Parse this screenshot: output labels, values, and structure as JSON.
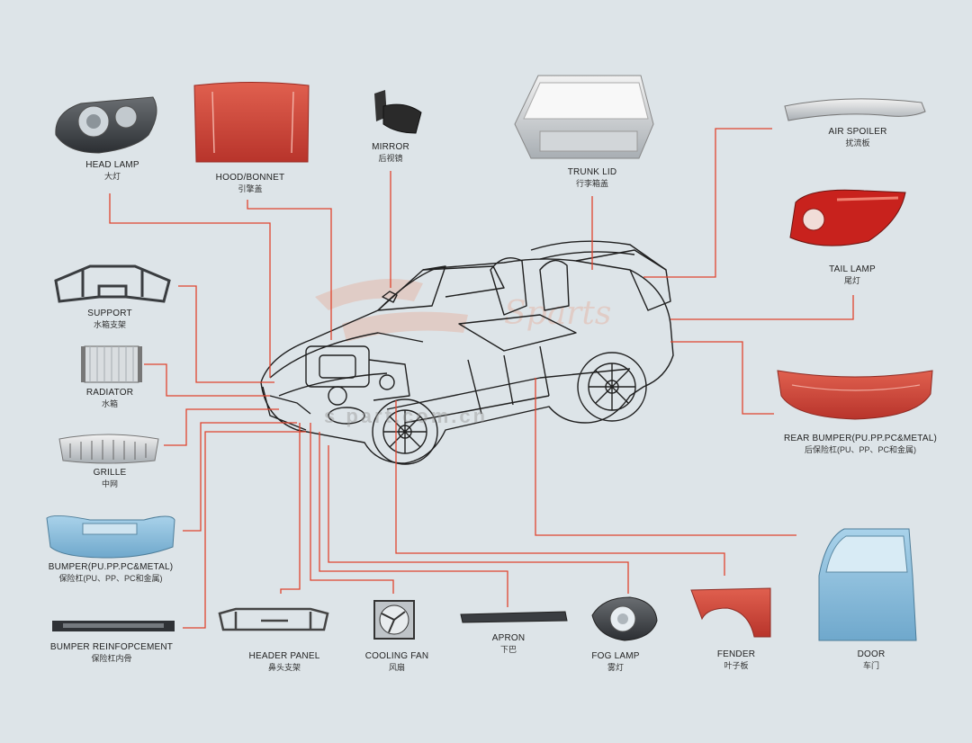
{
  "colors": {
    "background": "#dde4e8",
    "leader_line": "#e0442e",
    "part_red": "#d6473b",
    "part_blue": "#8ec1de",
    "car_outline": "#1f1f1f"
  },
  "watermark": "s      part.com.cn",
  "parts": {
    "head_lamp": {
      "en": "HEAD LAMP",
      "cn": "大灯"
    },
    "hood": {
      "en": "HOOD/BONNET",
      "cn": "引擎盖"
    },
    "mirror": {
      "en": "MIRROR",
      "cn": "后视镜"
    },
    "trunk_lid": {
      "en": "TRUNK LID",
      "cn": "行李箱盖"
    },
    "air_spoiler": {
      "en": "AIR SPOILER",
      "cn": "扰流板"
    },
    "tail_lamp": {
      "en": "TAIL LAMP",
      "cn": "尾灯"
    },
    "support": {
      "en": "SUPPORT",
      "cn": "水箱支架"
    },
    "radiator": {
      "en": "RADIATOR",
      "cn": "水箱"
    },
    "grille": {
      "en": "GRILLE",
      "cn": "中网"
    },
    "bumper": {
      "en": "BUMPER(PU.PP.PC&METAL)",
      "cn": "保险杠(PU、PP、PC和金属)"
    },
    "bumper_reinforcement": {
      "en": "BUMPER REINFOPCEMENT",
      "cn": "保险杠内骨"
    },
    "header_panel": {
      "en": "HEADER PANEL",
      "cn": "鼻头支架"
    },
    "cooling_fan": {
      "en": "COOLING FAN",
      "cn": "风扇"
    },
    "apron": {
      "en": "APRON",
      "cn": "下巴"
    },
    "fog_lamp": {
      "en": "FOG LAMP",
      "cn": "雾灯"
    },
    "fender": {
      "en": "FENDER",
      "cn": "叶子板"
    },
    "door": {
      "en": "DOOR",
      "cn": "车门"
    },
    "rear_bumper": {
      "en": "REAR BUMPER(PU.PP.PC&METAL)",
      "cn": "后保险杠(PU、PP、PC和金属)"
    }
  }
}
